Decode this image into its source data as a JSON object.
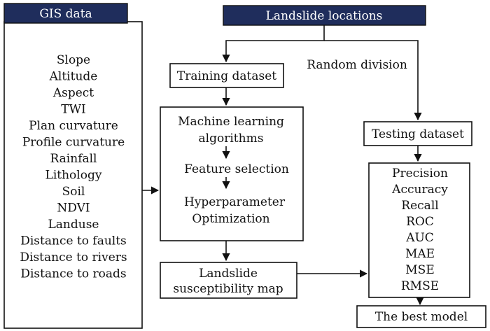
{
  "colors": {
    "header_fill": "#1f2d5c",
    "stroke": "#111111",
    "text": "#111111",
    "header_text": "#ffffff"
  },
  "gis": {
    "title": "GIS data",
    "factors": [
      "Slope",
      "Altitude",
      "Aspect",
      "TWI",
      "Plan curvature",
      "Profile curvature",
      "Rainfall",
      "Lithology",
      "Soil",
      "NDVI",
      "Landuse",
      "Distance to faults",
      "Distance to rivers",
      "Distance to roads"
    ]
  },
  "landslide": {
    "title": "Landslide locations"
  },
  "training": {
    "label": "Training dataset"
  },
  "division": {
    "label": "Random division"
  },
  "ml": {
    "line1": "Machine learning",
    "line2": "algorithms",
    "feature": "Feature selection",
    "hyper1": "Hyperparameter",
    "hyper2": "Optimization"
  },
  "map": {
    "line1": "Landslide",
    "line2": "susceptibility map"
  },
  "testing": {
    "label": "Testing dataset"
  },
  "metrics": {
    "items": [
      "Precision",
      "Accuracy",
      "Recall",
      "ROC",
      "AUC",
      "MAE",
      "MSE",
      "RMSE"
    ]
  },
  "best": {
    "label": "The best model"
  }
}
